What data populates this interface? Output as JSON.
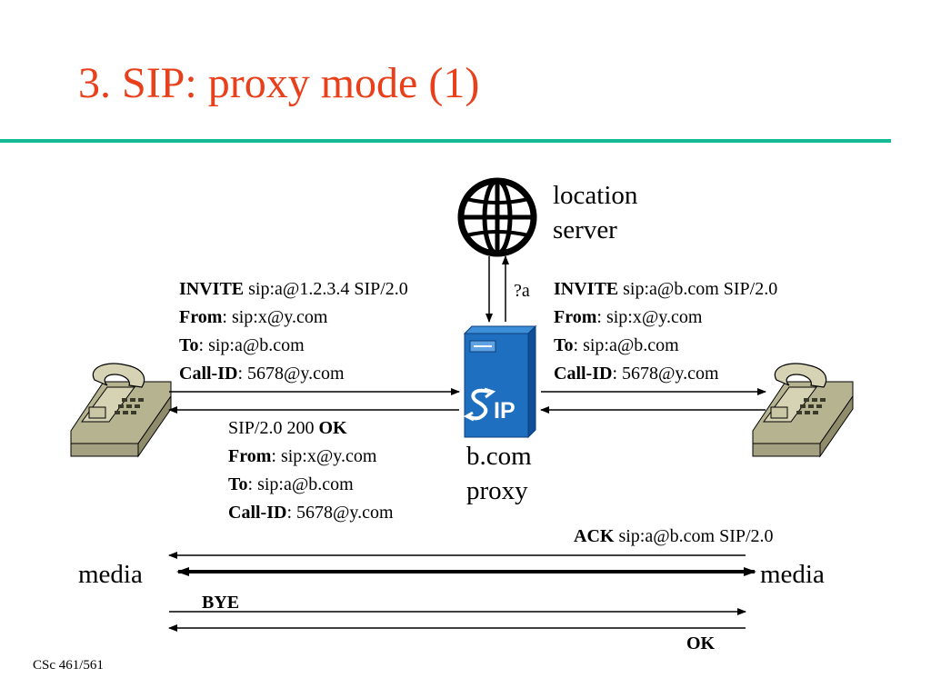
{
  "title": "3. SIP: proxy mode (1)",
  "location_server": {
    "line1": "location",
    "line2": "server"
  },
  "query_label": "?a",
  "proxy": {
    "line1": "b.com",
    "line2": "proxy",
    "logo_text": "IP"
  },
  "invite_left": {
    "line1_bold": "INVITE",
    "line1_rest": " sip:a@1.2.3.4 SIP/2.0",
    "from_label": "From",
    "from_value": ": sip:x@y.com",
    "to_label": "To",
    "to_value": ": sip:a@b.com",
    "callid_label": "Call-ID",
    "callid_value": ": 5678@y.com"
  },
  "invite_right": {
    "line1_bold": "INVITE",
    "line1_rest": " sip:a@b.com SIP/2.0",
    "from_label": "From",
    "from_value": ": sip:x@y.com",
    "to_label": "To",
    "to_value": ": sip:a@b.com",
    "callid_label": "Call-ID",
    "callid_value": ": 5678@y.com"
  },
  "ok_response": {
    "line1_rest": "SIP/2.0 200 ",
    "line1_bold": "OK",
    "from_label": "From",
    "from_value": ": sip:x@y.com",
    "to_label": "To",
    "to_value": ": sip:a@b.com",
    "callid_label": "Call-ID",
    "callid_value": ": 5678@y.com"
  },
  "ack": {
    "bold": "ACK",
    "rest": " sip:a@b.com SIP/2.0"
  },
  "media_left": "media",
  "media_right": "media",
  "bye": "BYE",
  "ok_final": "OK",
  "footer": "CSc 461/561",
  "icons": {
    "globe": "globe-icon",
    "server": "sip-proxy-server-icon",
    "phone": "telephone-icon"
  },
  "colors": {
    "title": "#e8401b",
    "rule": "#14b995",
    "server_blue": "#1f6fc0",
    "phone_body": "#c7c4a3"
  }
}
